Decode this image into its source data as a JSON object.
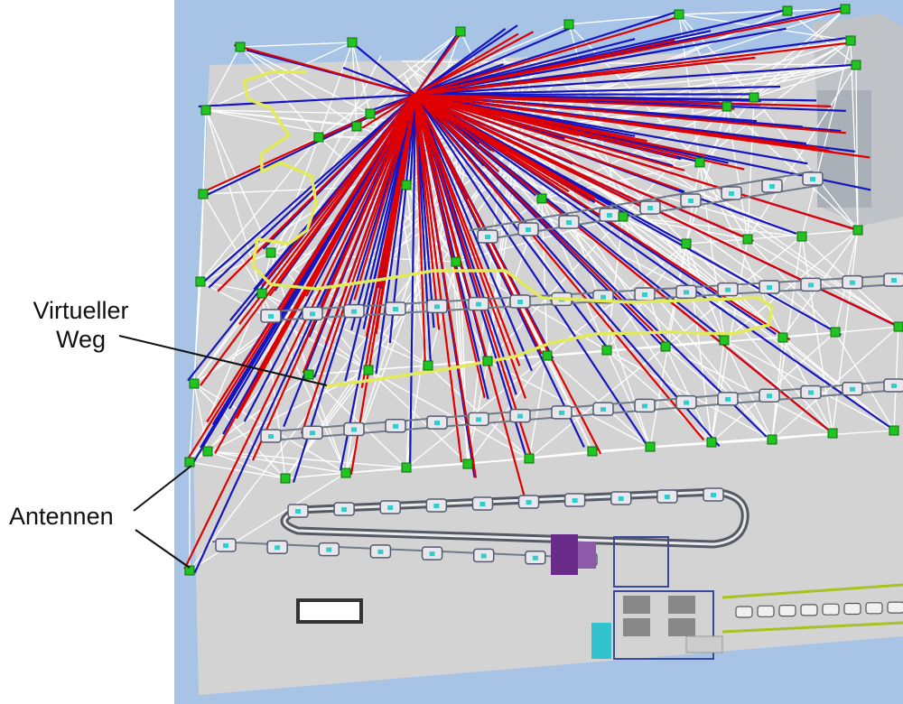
{
  "annotations": {
    "path_label_line1": "Virtueller",
    "path_label_line2": "Weg",
    "antennas_label": "Antennen"
  },
  "colors": {
    "outside_background": "#a7c4e6",
    "floor": "#d2d2d2",
    "antenna": "#1ec81e",
    "virtual_path": "#e2ec62",
    "ray_red": "#e60000",
    "ray_blue": "#1010c8",
    "ray_white": "#ffffff",
    "machinery": "#5a5a7a",
    "conveyor": "#7a7a7a",
    "cyan_parts": "#33cccc"
  }
}
